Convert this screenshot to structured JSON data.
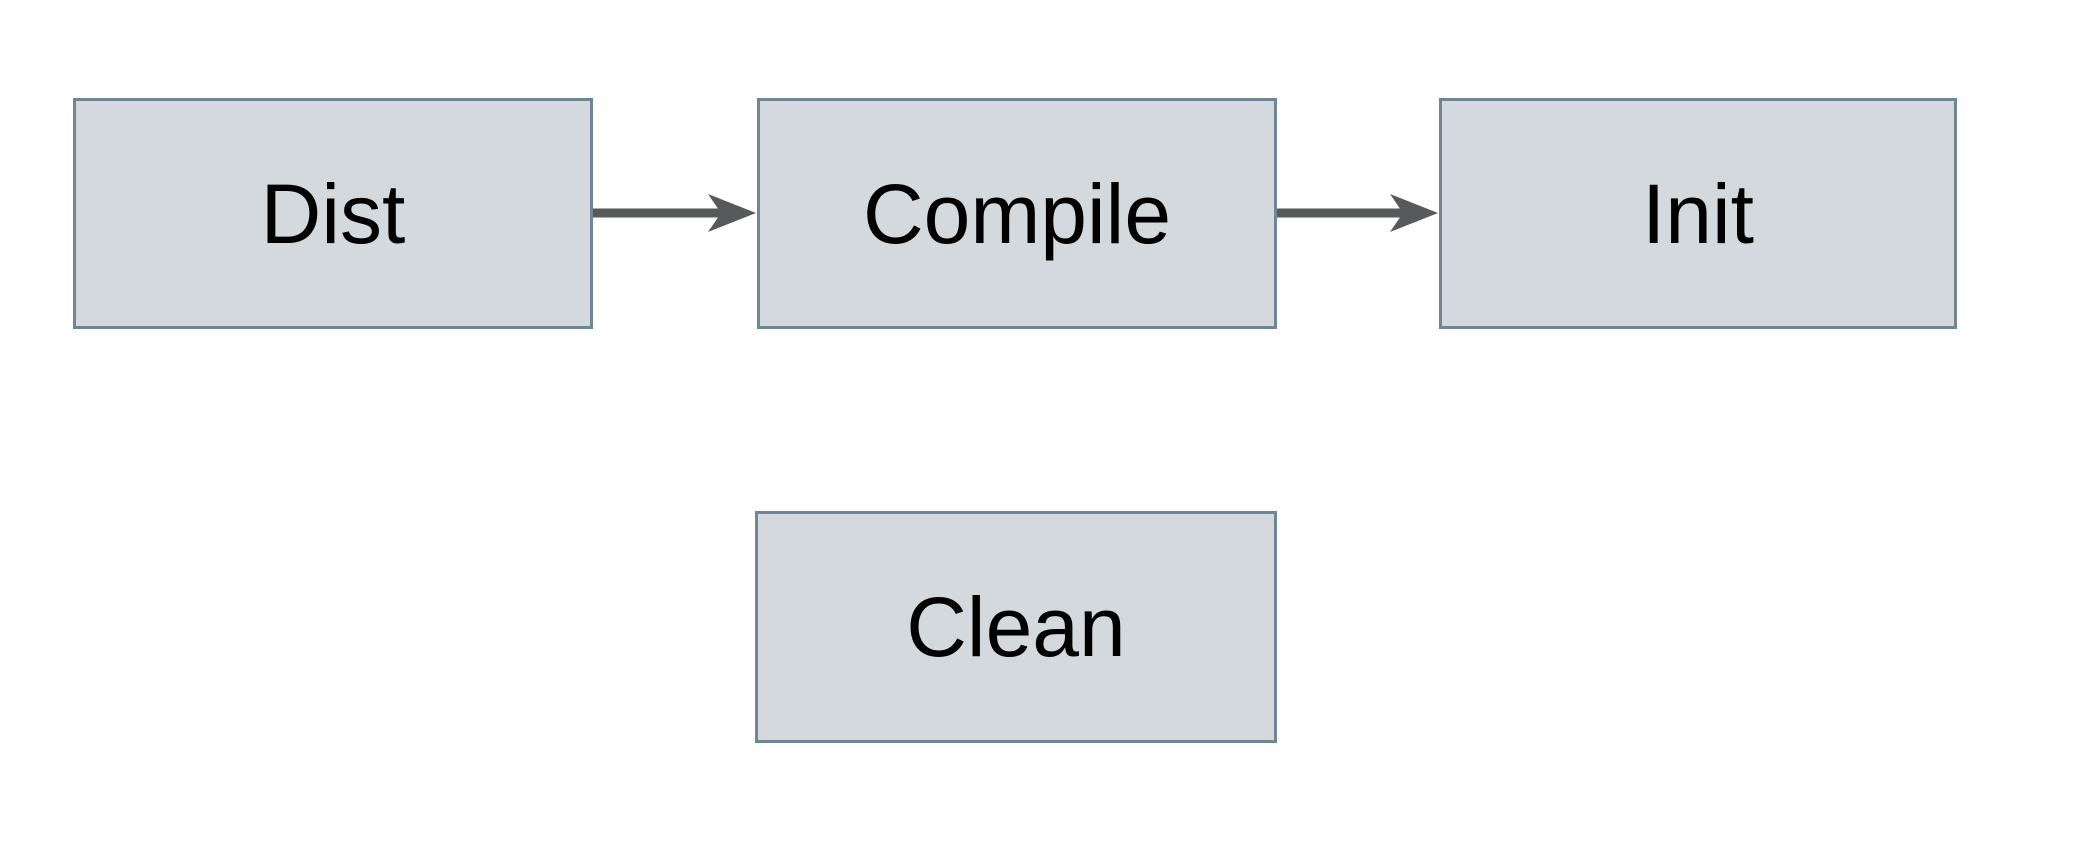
{
  "diagram": {
    "type": "flowchart",
    "colors": {
      "background": "#ffffff",
      "node-fill": "#d3d9dc",
      "node-border": "#708694",
      "arrow": "#58595a",
      "text": "#000000"
    },
    "nodes": [
      {
        "id": "dist",
        "label": "Dist"
      },
      {
        "id": "compile",
        "label": "Compile"
      },
      {
        "id": "init",
        "label": "Init"
      },
      {
        "id": "clean",
        "label": "Clean"
      }
    ],
    "edges": [
      {
        "from": "Dist",
        "to": "Compile"
      },
      {
        "from": "Compile",
        "to": "Init"
      }
    ]
  }
}
